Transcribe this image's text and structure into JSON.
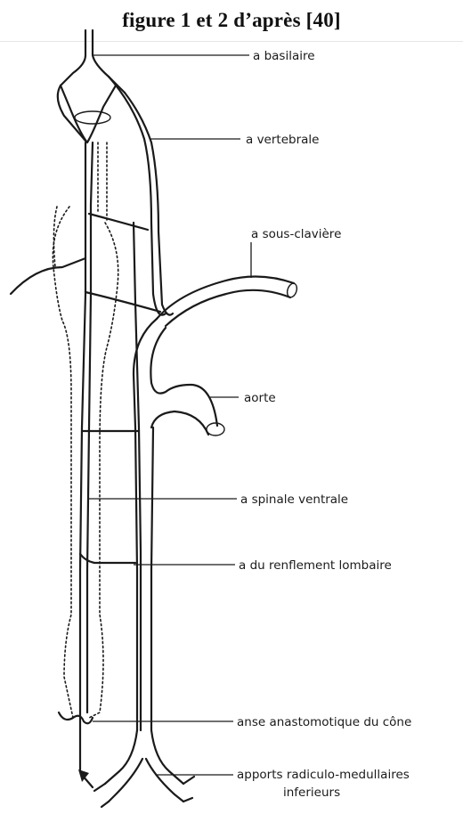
{
  "figure": {
    "title": "figure 1 et 2 d’après [40]"
  },
  "labels": {
    "basilaire": "a basilaire",
    "vertebrale": "a vertebrale",
    "sous_claviere": "a sous-clavière",
    "aorte": "aorte",
    "spinale_ventrale": "a spinale ventrale",
    "renflement_lombaire": "a du renflement lombaire",
    "anse_anastomotique": "anse anastomotique du cône",
    "apports_line1": "apports radiculo-medullaires",
    "apports_line2": "inferieurs"
  }
}
